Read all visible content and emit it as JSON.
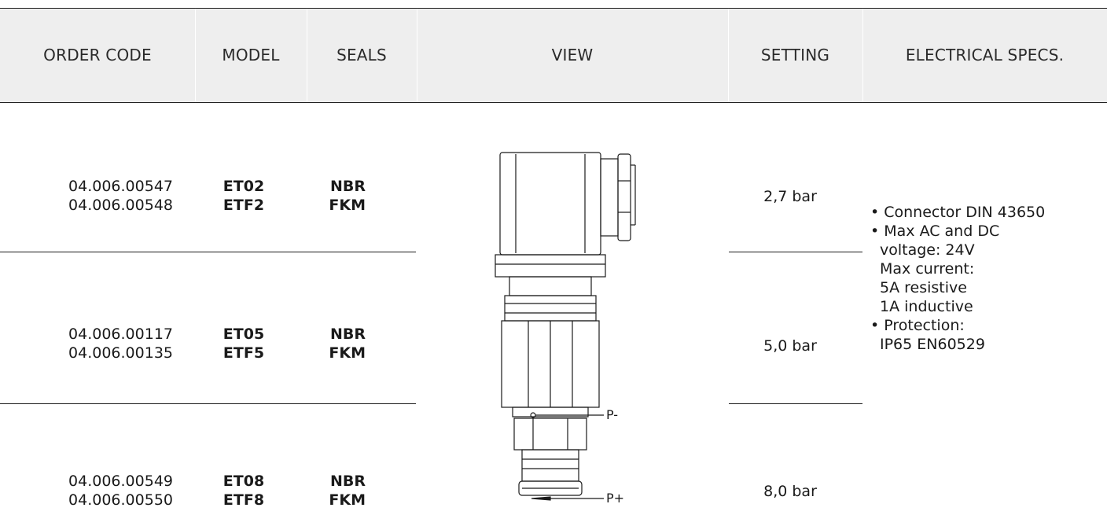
{
  "header": {
    "order_code": "ORDER CODE",
    "model": "MODEL",
    "seals": "SEALS",
    "view": "VIEW",
    "setting": "SETTING",
    "electrical": "ELECTRICAL SPECS."
  },
  "rows": [
    {
      "codes": [
        "04.006.00547",
        "04.006.00548"
      ],
      "models": [
        "ET02",
        "ETF2"
      ],
      "seals": [
        "NBR",
        "FKM"
      ],
      "setting": "2,7 bar"
    },
    {
      "codes": [
        "04.006.00117",
        "04.006.00135"
      ],
      "models": [
        "ET05",
        "ETF5"
      ],
      "seals": [
        "NBR",
        "FKM"
      ],
      "setting": "5,0 bar"
    },
    {
      "codes": [
        "04.006.00549",
        "04.006.00550"
      ],
      "models": [
        "ET08",
        "ETF8"
      ],
      "seals": [
        "NBR",
        "FKM"
      ],
      "setting": "8,0 bar"
    }
  ],
  "electrical_specs": [
    "• Connector DIN 43650",
    "• Max AC and DC",
    "voltage: 24V",
    "Max current:",
    "5A resistive",
    "1A inductive",
    "• Protection:",
    "IP65 EN60529"
  ],
  "drawing": {
    "port_minus": "P-",
    "port_plus": "P+"
  }
}
